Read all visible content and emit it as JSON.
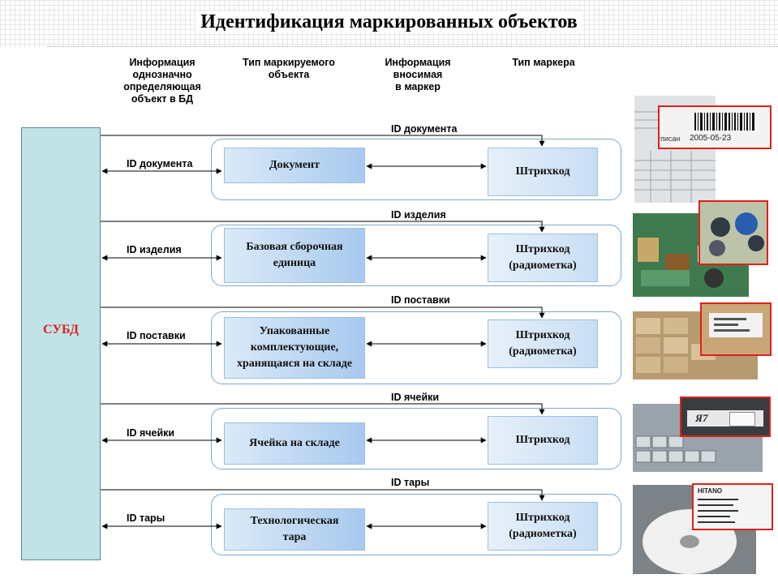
{
  "title": "Идентификация маркированных объектов",
  "columns": [
    "Информация однозначно определяющая объект в БД",
    "Тип маркируемого объекта",
    "Информация вносимая в маркер",
    "Тип маркера"
  ],
  "columns_lines": [
    [
      "Информация",
      "однозначно",
      "определяющая",
      "объект в БД"
    ],
    [
      "Тип маркируемого",
      "объекта"
    ],
    [
      "Информация",
      "вносимая",
      "в маркер"
    ],
    [
      "Тип маркера"
    ]
  ],
  "database": "СУБД",
  "rows": [
    {
      "id_label": "ID документа",
      "top_label": "ID документа",
      "object": "Документ",
      "marker": "Штрихкод"
    },
    {
      "id_label": "ID изделия",
      "top_label": "ID изделия",
      "object": "Базовая сборочная единица",
      "marker": "Штрихкод (радиометка)"
    },
    {
      "id_label": "ID поставки",
      "top_label": "ID поставки",
      "object": "Упакованные комплектующие, хранящаяся на складе",
      "marker": "Штрихкод (радиометка)"
    },
    {
      "id_label": "ID ячейки",
      "top_label": "ID ячейки",
      "object": "Ячейка на складе",
      "marker": "Штрихкод"
    },
    {
      "id_label": "ID тары",
      "top_label": "ID тары",
      "object": "Технологическая тара",
      "marker": "Штрихкод (радиометка)"
    }
  ],
  "photos": {
    "doc_date": "2005-05-23",
    "doc_word": "писан",
    "cell_text": "Я7",
    "tape_brand": "HITANO"
  },
  "colors": {
    "accent_red": "#e0201b",
    "db_fill": "#bfe3e6",
    "box_blue": "#a7c9ee"
  }
}
